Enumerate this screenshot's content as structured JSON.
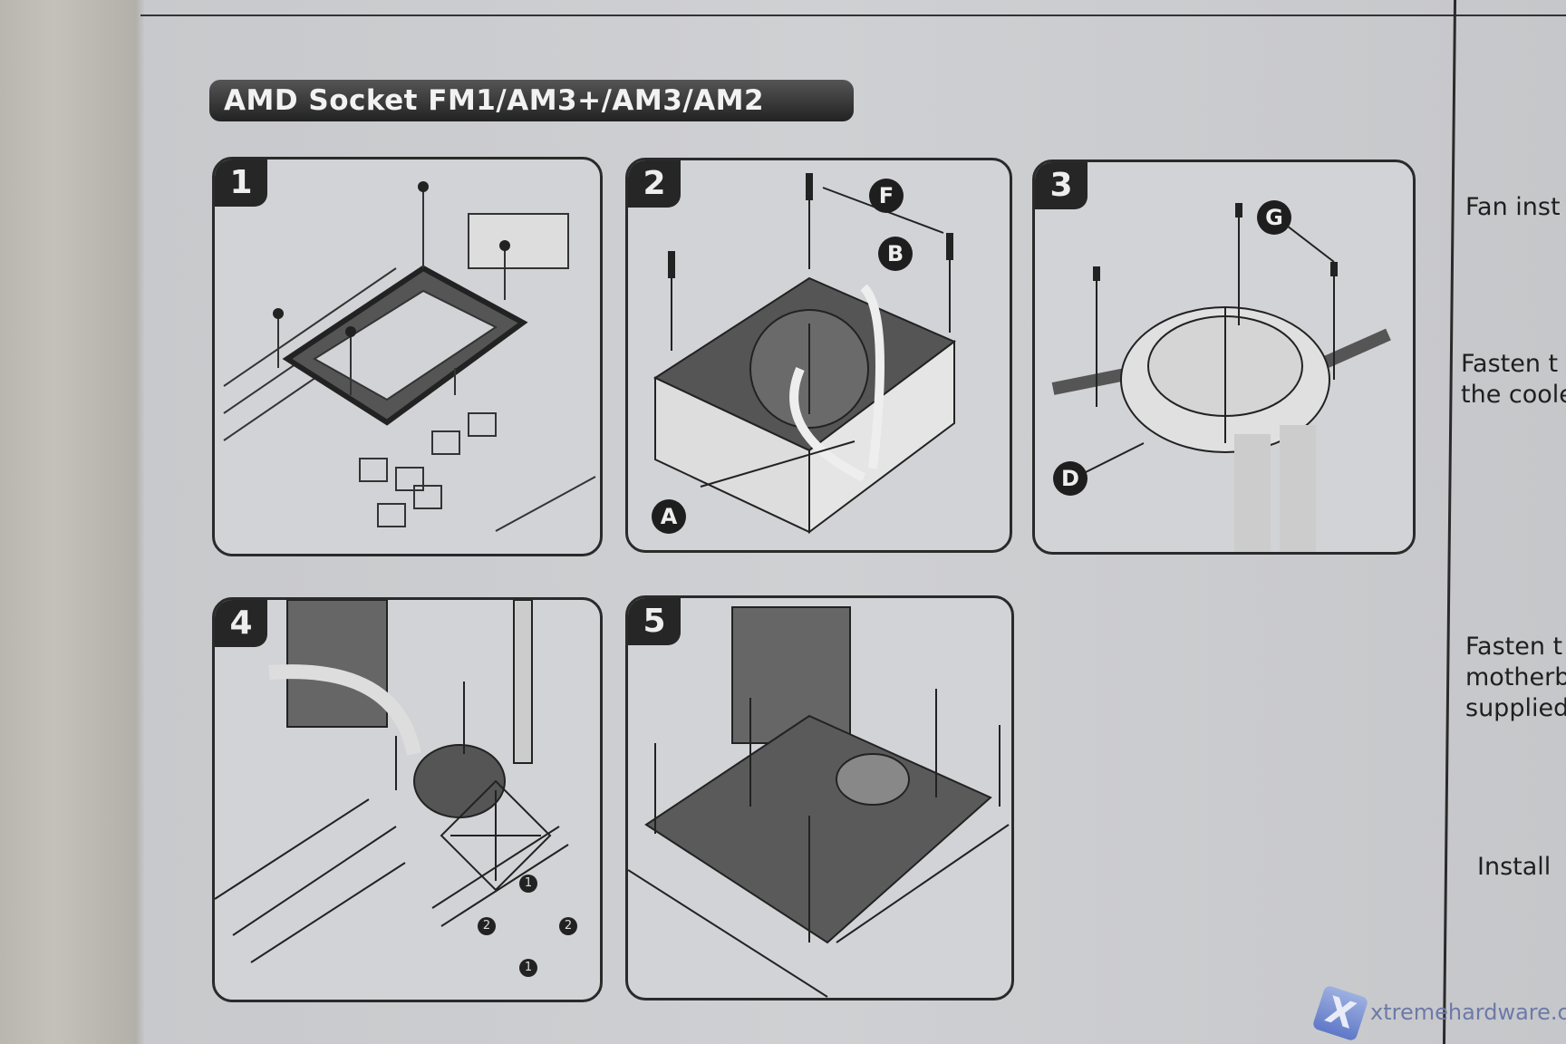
{
  "heading": "AMD Socket FM1/AM3+/AM3/AM2",
  "steps": [
    {
      "number": "1"
    },
    {
      "number": "2",
      "labels": [
        "F",
        "B",
        "A"
      ]
    },
    {
      "number": "3",
      "labels": [
        "G",
        "D"
      ]
    },
    {
      "number": "4",
      "direction_marks": [
        "1",
        "2",
        "2",
        "1"
      ]
    },
    {
      "number": "5"
    }
  ],
  "side_text": [
    "Fan inst",
    "Fasten t\nthe coole",
    "Fasten t\nmotherb\nsupplied",
    "Install"
  ],
  "watermark": {
    "site": "xtremehardware.com",
    "logo_glyph": "X"
  }
}
